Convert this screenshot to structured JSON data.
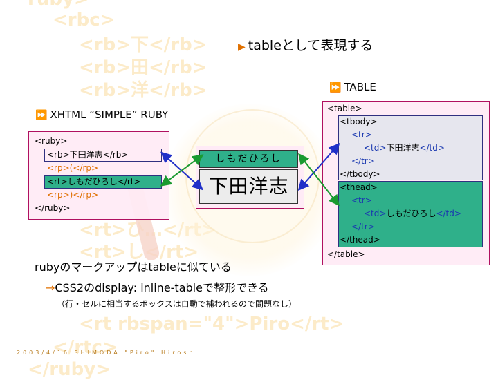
{
  "watermark": {
    "lines": [
      "ruby>",
      "<rbc>",
      "<rb>下</rb>",
      "<rb>田</rb>",
      "<rb>洋</rb>",
      "<rt>ひ…</rt>",
      "<rt>し</rt>",
      "<rt rbspan=\"4\">Piro</rt>",
      "</rtc>",
      "</ruby>"
    ]
  },
  "title": "tableとして表現する",
  "section_ruby": {
    "label": "XHTML “SIMPLE” RUBY"
  },
  "section_table": {
    "label": "TABLE"
  },
  "ruby_code": {
    "l1": "<ruby>",
    "l2": "<rb>下田洋志</rb>",
    "l3": "<rp>(</rp>",
    "l4": "<rt>しもだひろし</rt>",
    "l5": "<rp>)</rp>",
    "l6": "</ruby>"
  },
  "ruby_demo": {
    "rt": "しもだひろし",
    "rb": "下田洋志"
  },
  "table_code": {
    "l1": "<table>",
    "l2": "<tbody>",
    "l3": "<tr>",
    "l4_tag_open": "<td>",
    "l4_text": "下田洋志",
    "l4_tag_close": "</td>",
    "l5": "</tr>",
    "l6": "</tbody>",
    "l7": "<thead>",
    "l8": "<tr>",
    "l9_tag_open": "<td>",
    "l9_text": "しもだひろし",
    "l9_tag_close": "</td>",
    "l10": "</tr>",
    "l11": "</thead>",
    "l12": "</table>"
  },
  "body": {
    "line1": "rubyのマークアップはtableに似ている",
    "arrow": "→",
    "line2": "CSS2のdisplay: inline-tableで整形できる",
    "note": "（行・セルに相当するボックスは自動で補われるので問題なし）"
  },
  "footer": "2003/4/16 SHIMODA \"Piro\" Hiroshi",
  "colors": {
    "accent": "#e07000",
    "green": "#2fb08a",
    "blue_arrow": "#2030c8",
    "green_arrow": "#1a9a30",
    "border": "#b01060"
  }
}
